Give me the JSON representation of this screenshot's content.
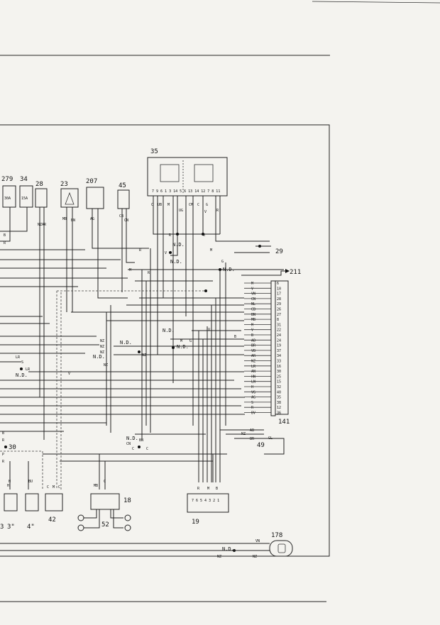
{
  "components": [
    {
      "id": "c35",
      "label": "35"
    },
    {
      "id": "c279",
      "label": "279",
      "fuse": "30A"
    },
    {
      "id": "c34",
      "label": "34",
      "fuse": "15A"
    },
    {
      "id": "c28",
      "label": "28"
    },
    {
      "id": "c23",
      "label": "23"
    },
    {
      "id": "c207",
      "label": "207"
    },
    {
      "id": "c45",
      "label": "45"
    },
    {
      "id": "c29",
      "label": "29"
    },
    {
      "id": "c211",
      "label": "211"
    },
    {
      "id": "c141",
      "label": "141"
    },
    {
      "id": "c49",
      "label": "49"
    },
    {
      "id": "c30",
      "label": "30"
    },
    {
      "id": "c42",
      "label": "42"
    },
    {
      "id": "c18",
      "label": "18"
    },
    {
      "id": "c52",
      "label": "52"
    },
    {
      "id": "c19",
      "label": "19"
    },
    {
      "id": "c178",
      "label": "178"
    },
    {
      "id": "c3",
      "label": "3\""
    },
    {
      "id": "c4",
      "label": "4\""
    },
    {
      "id": "c3l",
      "label": "3"
    }
  ],
  "nd": [
    {
      "id": "nd1",
      "label": "N.D."
    },
    {
      "id": "nd2",
      "label": "N.D."
    },
    {
      "id": "nd3",
      "label": "N.D."
    },
    {
      "id": "nd4",
      "label": "N.D."
    },
    {
      "id": "nd5",
      "label": "N.D."
    },
    {
      "id": "nd6",
      "label": "N.D."
    },
    {
      "id": "nd7",
      "label": "N.D."
    },
    {
      "id": "nd8",
      "label": "N.D."
    },
    {
      "id": "nd9",
      "label": "N.D."
    },
    {
      "id": "nd10",
      "label": "N.D."
    }
  ],
  "wire_top": [
    "C",
    "UB",
    "M",
    "UG",
    "CM",
    "C",
    "G",
    "R"
  ],
  "wire_mid": [
    "NZ",
    "AR",
    "MB",
    "BN",
    "AG",
    "CN",
    "CB",
    "R",
    "R",
    "V"
  ],
  "ecu_wires": [
    "M",
    "V",
    "VN",
    "CN",
    "NL",
    "CB",
    "BN",
    "MB",
    "M",
    "V",
    "B",
    "AB",
    "BR",
    "VB",
    "AR",
    "NZ",
    "LR",
    "AN",
    "HN",
    "LN",
    "H",
    "VG",
    "AG",
    "S",
    "R",
    "BV"
  ],
  "pin_numbers": [
    "6",
    "10",
    "17",
    "28",
    "29",
    "26",
    "27",
    "8",
    "31",
    "22",
    "24",
    "24",
    "19",
    "37",
    "34",
    "33",
    "16",
    "30",
    "25",
    "15",
    "32",
    "40",
    "35",
    "38",
    "12",
    "36"
  ],
  "b49": [
    "AB",
    "NZ",
    "BR",
    "GL"
  ],
  "b178": [
    "VN",
    "NZ",
    "NZ"
  ],
  "misc": {
    "l30": [
      "B",
      "R",
      "P",
      "R"
    ],
    "l279": [
      "B",
      "R"
    ],
    "l42": [
      "C",
      "M",
      "C"
    ],
    "l18": [
      "MB",
      "C"
    ],
    "l19": [
      "R",
      "M",
      "B"
    ],
    "loose": [
      "NZ",
      "NZ",
      "NZ",
      "NZ",
      "B",
      "V",
      "R",
      "R",
      "C",
      "CN",
      "BN",
      "C",
      "G",
      "LR",
      "LR",
      "S",
      "NZ",
      "M",
      "M",
      "V",
      "H",
      "V",
      "G",
      "BU",
      "H",
      "M"
    ],
    "relay_pins": "7 9 6 1 3 14 5 6 13 14 12 7 8 11",
    "pins19": "7 6 5 4 3 2 1"
  }
}
